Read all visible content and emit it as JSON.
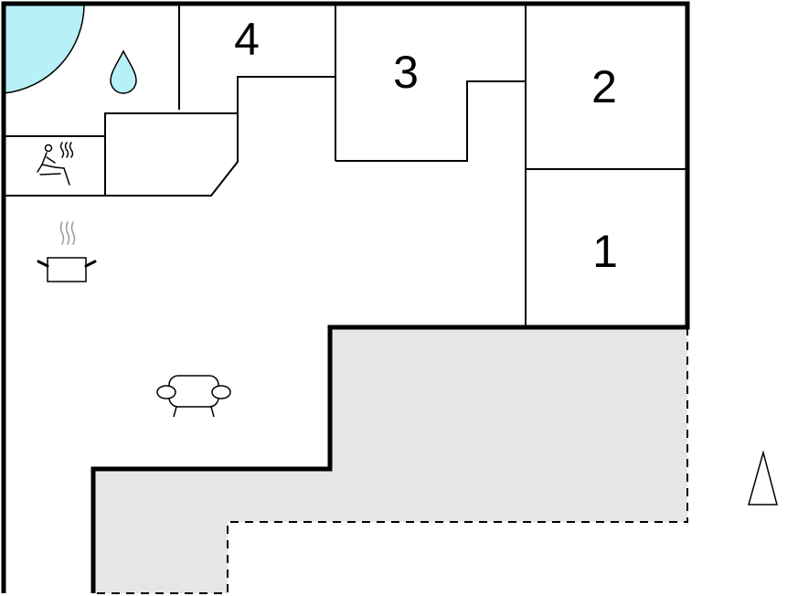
{
  "rooms": [
    {
      "id": "room-1",
      "label": "1"
    },
    {
      "id": "room-2",
      "label": "2"
    },
    {
      "id": "room-3",
      "label": "3"
    },
    {
      "id": "room-4",
      "label": "4"
    }
  ],
  "icons": [
    "pool-icon",
    "water-drop-icon",
    "sauna-icon",
    "kitchen-pot-icon",
    "sofa-icon",
    "north-arrow-icon"
  ],
  "colors": {
    "wall": "#000000",
    "terrace": "#e6e6e6",
    "pool": "#b8f0f8",
    "background": "#ffffff"
  }
}
